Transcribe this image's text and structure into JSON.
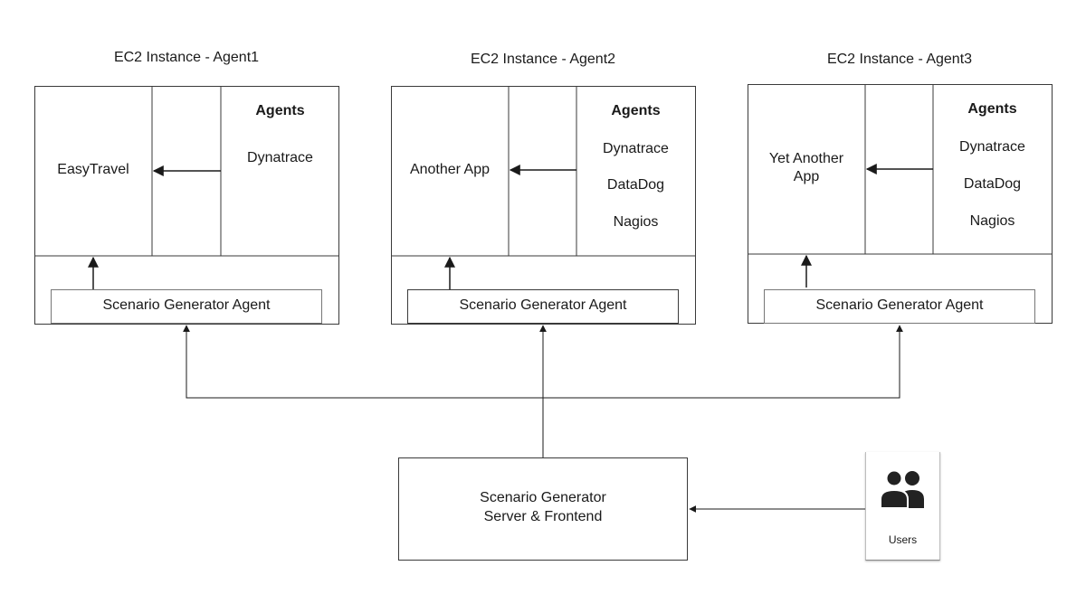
{
  "instances": [
    {
      "title": "EC2 Instance - Agent1",
      "app": "EasyTravel",
      "agents_heading": "Agents",
      "agents": [
        "Dynatrace"
      ],
      "generator": "Scenario Generator Agent"
    },
    {
      "title": "EC2 Instance - Agent2",
      "app": "Another App",
      "agents_heading": "Agents",
      "agents": [
        "Dynatrace",
        "DataDog",
        "Nagios"
      ],
      "generator": "Scenario Generator Agent"
    },
    {
      "title": "EC2 Instance - Agent3",
      "app": "Yet Another App",
      "agents_heading": "Agents",
      "agents": [
        "Dynatrace",
        "DataDog",
        "Nagios"
      ],
      "generator": "Scenario Generator Agent"
    }
  ],
  "server": {
    "line1": "Scenario Generator",
    "line2": "Server & Frontend"
  },
  "users": {
    "label": "Users",
    "icon": "users-icon"
  },
  "colors": {
    "line": "#1a1a1a",
    "border": "#3a3a3a"
  }
}
